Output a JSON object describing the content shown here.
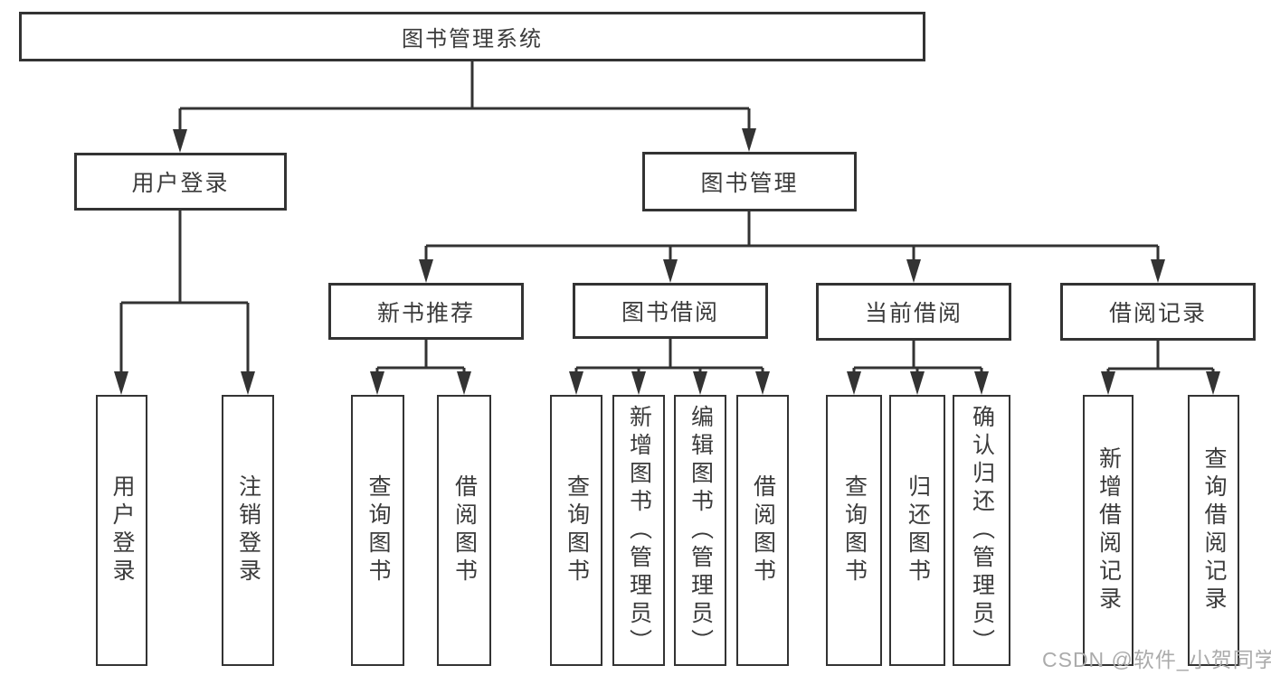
{
  "diagram": {
    "root": {
      "label": "图书管理系统"
    },
    "level2": [
      {
        "label": "用户登录"
      },
      {
        "label": "图书管理"
      }
    ],
    "level3": [
      {
        "label": "新书推荐"
      },
      {
        "label": "图书借阅"
      },
      {
        "label": "当前借阅"
      },
      {
        "label": "借阅记录"
      }
    ],
    "leaves": {
      "login": [
        "用户登录",
        "注销登录"
      ],
      "newbook": [
        "查询图书",
        "借阅图书"
      ],
      "borrow": [
        "查询图书",
        "新增图书（管理员）",
        "编辑图书（管理员）",
        "借阅图书"
      ],
      "current": [
        "查询图书",
        "归还图书",
        "确认归还（管理员）"
      ],
      "records": [
        "新增借阅记录",
        "查询借阅记录"
      ]
    }
  },
  "watermark": "CSDN @软件_小贺同学",
  "colors": {
    "line": "#333333",
    "text": "#3b3b3b",
    "watermark": "#ababab",
    "background": "#ffffff"
  }
}
